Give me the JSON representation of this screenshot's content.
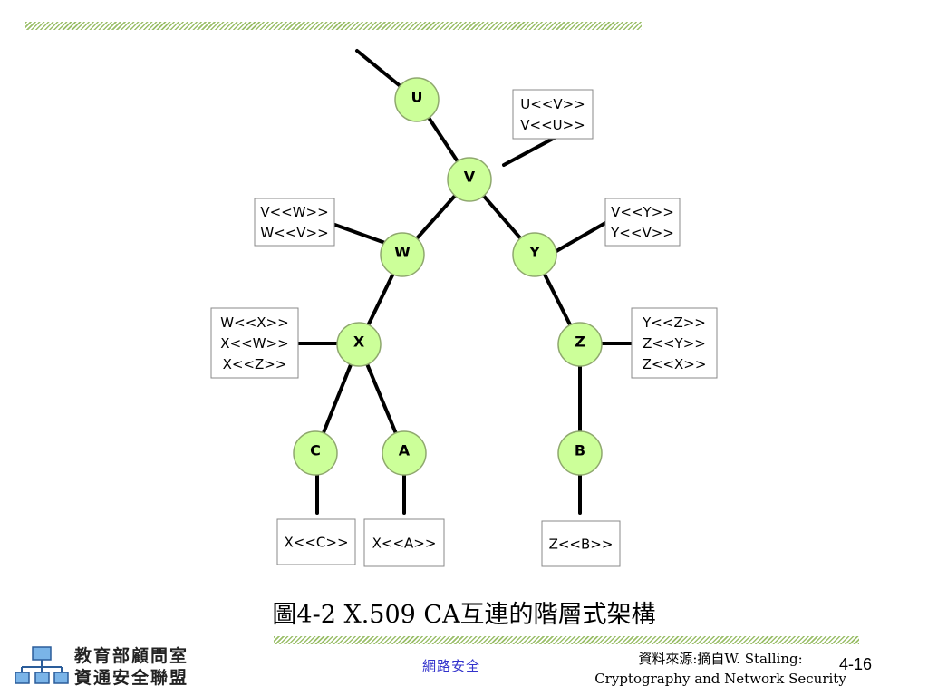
{
  "diagram": {
    "nodes": [
      {
        "id": "U",
        "label": "U"
      },
      {
        "id": "V",
        "label": "V"
      },
      {
        "id": "W",
        "label": "W"
      },
      {
        "id": "Y",
        "label": "Y"
      },
      {
        "id": "X",
        "label": "X"
      },
      {
        "id": "Z",
        "label": "Z"
      },
      {
        "id": "C",
        "label": "C"
      },
      {
        "id": "A",
        "label": "A"
      },
      {
        "id": "B",
        "label": "B"
      }
    ],
    "edges": [
      [
        "U",
        "V"
      ],
      [
        "V",
        "W"
      ],
      [
        "V",
        "Y"
      ],
      [
        "W",
        "X"
      ],
      [
        "Y",
        "Z"
      ],
      [
        "X",
        "C"
      ],
      [
        "X",
        "A"
      ],
      [
        "Z",
        "B"
      ]
    ],
    "certificates": [
      {
        "id": "cert-uv",
        "lines": [
          "U<<V>>",
          "V<<U>>"
        ]
      },
      {
        "id": "cert-vw",
        "lines": [
          "V<<W>>",
          "W<<V>>"
        ]
      },
      {
        "id": "cert-vy",
        "lines": [
          "V<<Y>>",
          "Y<<V>>"
        ]
      },
      {
        "id": "cert-wx",
        "lines": [
          "W<<X>>",
          "X<<W>>",
          "X<<Z>>"
        ]
      },
      {
        "id": "cert-yz",
        "lines": [
          "Y<<Z>>",
          "Z<<Y>>",
          "Z<<X>>"
        ]
      },
      {
        "id": "cert-xc",
        "lines": [
          "X<<C>>"
        ]
      },
      {
        "id": "cert-xa",
        "lines": [
          "X<<A>>"
        ]
      },
      {
        "id": "cert-zb",
        "lines": [
          "Z<<B>>"
        ]
      }
    ]
  },
  "caption": "圖4-2 X.509 CA互連的階層式架構",
  "footer": {
    "org_line1": "教育部顧問室",
    "org_line2": "資通安全聯盟",
    "course": "網路安全",
    "source_line1": "資料來源:摘自W. Stalling:",
    "source_line2": "Cryptography and Network Security",
    "page": "4-16"
  },
  "colors": {
    "node_fill": "#ccff99",
    "hatch": "#9bbf6a",
    "course_text": "#3333cc"
  }
}
